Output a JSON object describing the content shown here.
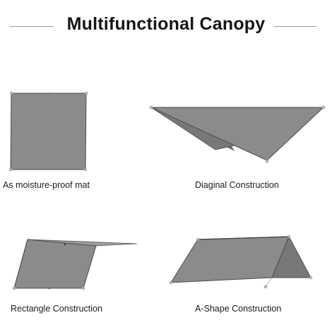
{
  "header": {
    "title": "Multifunctional Canopy"
  },
  "panels": [
    {
      "id": "mat",
      "label": "As moisture-proof mat"
    },
    {
      "id": "diagonal",
      "label": "Diaginal Construction"
    },
    {
      "id": "rectangle",
      "label": "Rectangle Construction"
    },
    {
      "id": "a-shape",
      "label": "A-Shape Construction"
    }
  ],
  "colors": {
    "fabric": "#8d8a8b",
    "fabric_dark": "#7a7778",
    "fabric_under": "#6f6b6c",
    "edge": "#4a4748",
    "peg": "#bdbdbd"
  },
  "icons": {
    "mat": "square-tarp-illustration",
    "diagonal": "diagonal-tarp-illustration",
    "rectangle": "rectangle-tarp-illustration",
    "a-shape": "a-frame-tent-illustration"
  }
}
